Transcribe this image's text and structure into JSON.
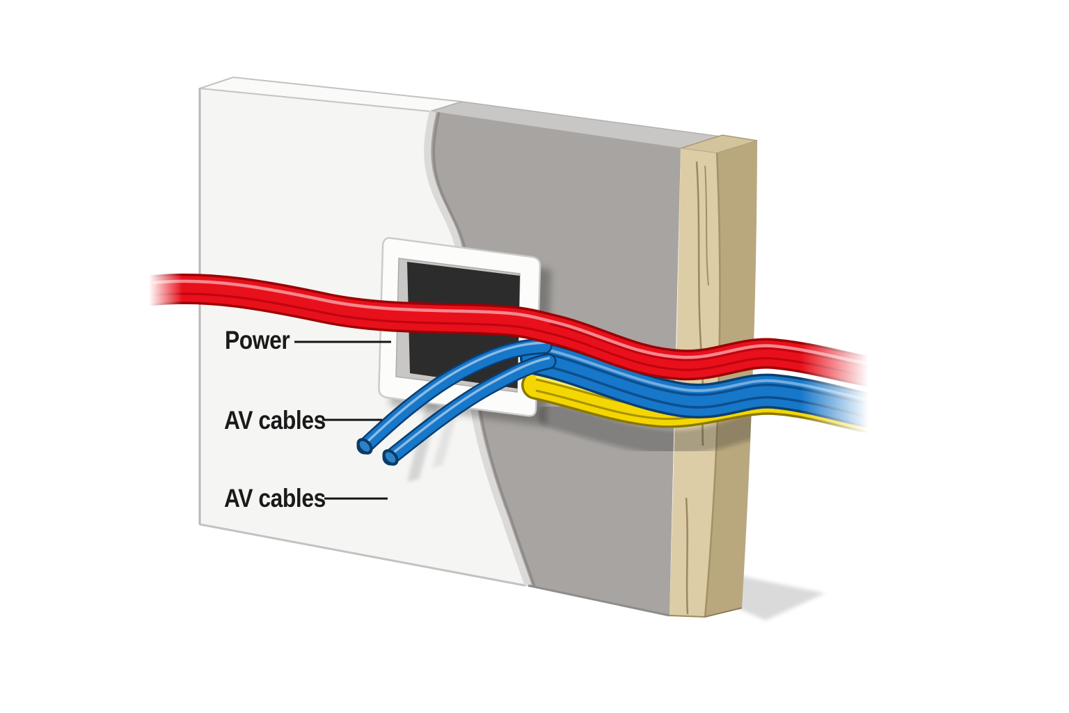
{
  "illustration": {
    "subject": "Cross-section of a wall showing power and AV cables routed through an in-wall outlet box",
    "parts": [
      "drywall-panel",
      "plaster-layer",
      "wood-stud",
      "outlet-box",
      "power-cable",
      "av-cables-blue",
      "av-cables-yellow"
    ]
  },
  "labels": {
    "power": "Power",
    "av_cables_top": "AV cables",
    "av_cables_bottom": "AV cables"
  },
  "colors": {
    "background": "#ffffff",
    "drywall_white": "#f5f5f3",
    "drywall_top": "#fafaf9",
    "plaster_gray": "#a7a4a1",
    "plaster_top": "#c9c7c5",
    "stud_wood": "#dccda6",
    "stud_wood_side": "#b9a77e",
    "stud_wood_top": "#d3c49e",
    "outlet_box_white": "#fcfcfb",
    "outlet_bevel_gray": "#c9c7c5",
    "outlet_opening_black": "#2c2c2c",
    "power_cable_red": "#e8101b",
    "av_cable_blue": "#1777c9",
    "av_cable_yellow": "#f4d602",
    "label_text": "#1a1a1a"
  }
}
